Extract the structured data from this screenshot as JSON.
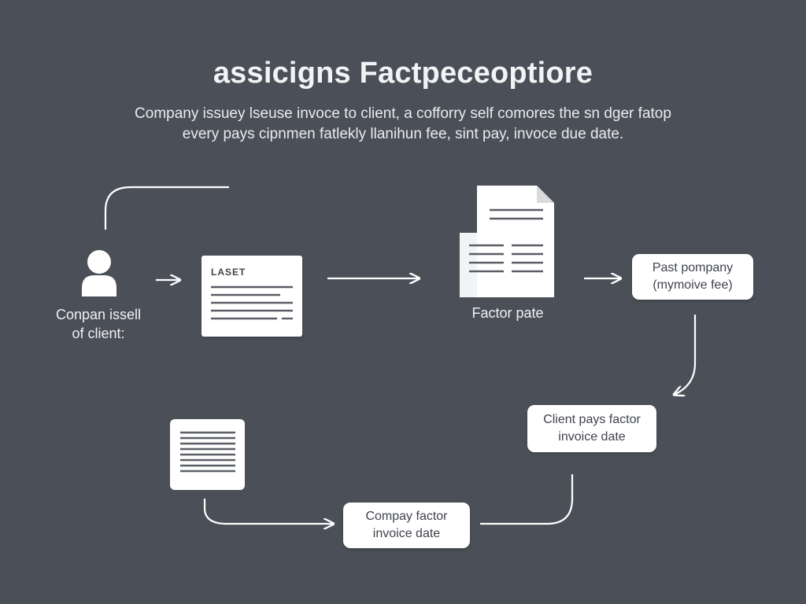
{
  "title": "assicigns Factpeceoptiore",
  "subtitle": {
    "line1": "Company issuey lseuse invoce to client, a cofforry self comores the sn dger fatop",
    "line2": "every pays cipnmen fatlekly llanihun fee, sint pay, invoce due date."
  },
  "company_label": {
    "line1": "Conpan issell",
    "line2": "of client:"
  },
  "invoice_doc": {
    "label": "LASET"
  },
  "factor_label": "Factor pate",
  "past_company_box": {
    "line1": "Past pompany",
    "line2": "(mymoive fee)"
  },
  "client_pays_box": {
    "line1": "Client pays factor",
    "line2": "invoice date"
  },
  "company_factor_box": {
    "line1": "Compay factor",
    "line2": "invoice date"
  },
  "icons": [
    "person-icon",
    "invoice-document-icon",
    "factor-document-icon",
    "small-document-icon"
  ],
  "colors": {
    "background": "#4b5058",
    "foreground": "#ffffff",
    "box_text": "#3f434a",
    "doc_lines": "#5a5e66"
  }
}
